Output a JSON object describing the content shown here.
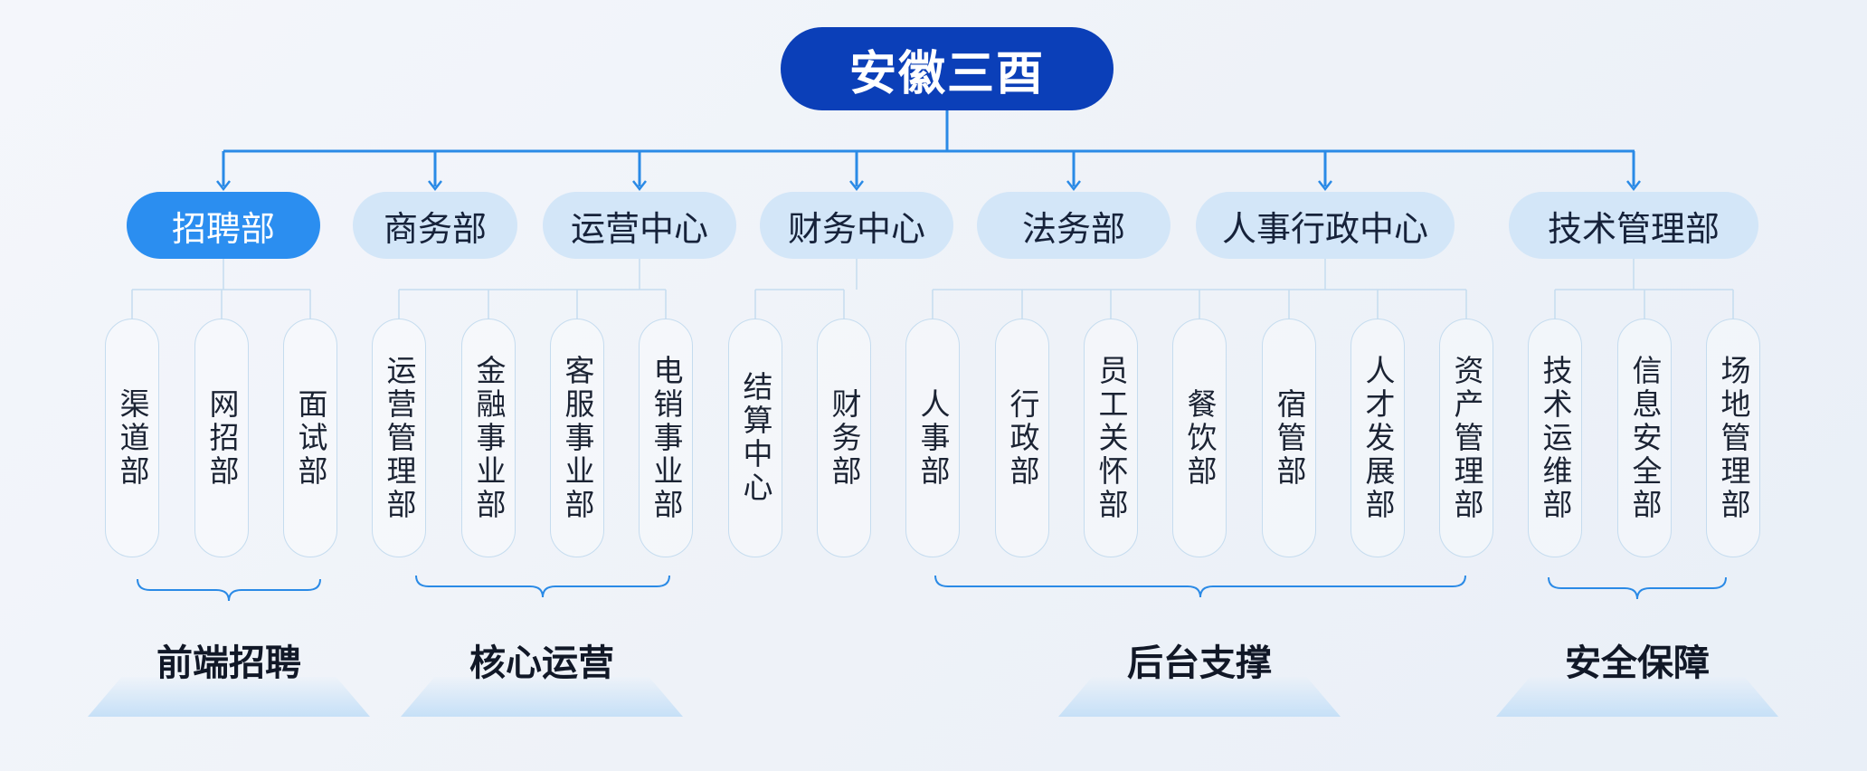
{
  "root": {
    "label": "安徽三酉"
  },
  "departments": [
    {
      "label": "招聘部",
      "active": true
    },
    {
      "label": "商务部",
      "active": false
    },
    {
      "label": "运营中心",
      "active": false
    },
    {
      "label": "财务中心",
      "active": false
    },
    {
      "label": "法务部",
      "active": false
    },
    {
      "label": "人事行政中心",
      "active": false
    },
    {
      "label": "技术管理部",
      "active": false
    }
  ],
  "sub_units": [
    {
      "label": "渠道部",
      "parent": "招聘部"
    },
    {
      "label": "网招部",
      "parent": "招聘部"
    },
    {
      "label": "面试部",
      "parent": "招聘部"
    },
    {
      "label": "运营管理部",
      "parent": "运营中心"
    },
    {
      "label": "金融事业部",
      "parent": "运营中心"
    },
    {
      "label": "客服事业部",
      "parent": "运营中心"
    },
    {
      "label": "电销事业部",
      "parent": "运营中心"
    },
    {
      "label": "结算中心",
      "parent": "财务中心"
    },
    {
      "label": "财务部",
      "parent": "财务中心"
    },
    {
      "label": "人事部",
      "parent": "人事行政中心"
    },
    {
      "label": "行政部",
      "parent": "人事行政中心"
    },
    {
      "label": "员工关怀部",
      "parent": "人事行政中心"
    },
    {
      "label": "餐饮部",
      "parent": "人事行政中心"
    },
    {
      "label": "宿管部",
      "parent": "人事行政中心"
    },
    {
      "label": "人才发展部",
      "parent": "人事行政中心"
    },
    {
      "label": "资产管理部",
      "parent": "人事行政中心"
    },
    {
      "label": "技术运维部",
      "parent": "技术管理部"
    },
    {
      "label": "信息安全部",
      "parent": "技术管理部"
    },
    {
      "label": "场地管理部",
      "parent": "技术管理部"
    }
  ],
  "groups": [
    {
      "label": "前端招聘"
    },
    {
      "label": "核心运营"
    },
    {
      "label": "后台支撑"
    },
    {
      "label": "安全保障"
    }
  ],
  "colors": {
    "root": "#0b3fb8",
    "active_department": "#2b8ef0",
    "department": "#d3e6f8",
    "connector": "#2a8ae6",
    "light_connector": "#c5dcef"
  }
}
